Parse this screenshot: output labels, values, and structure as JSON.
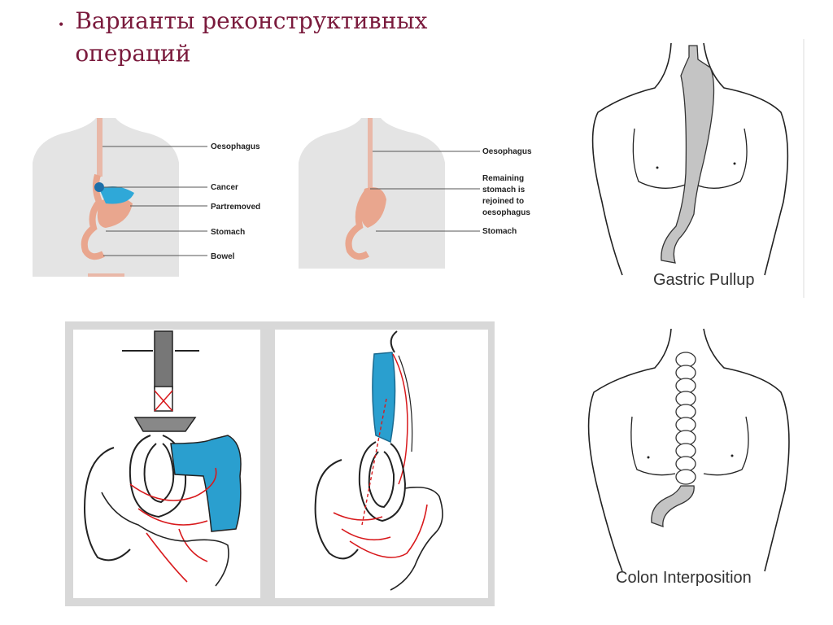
{
  "slide": {
    "title_line1": "Варианты реконструктивных",
    "title_line2": "операций"
  },
  "diagram_resection": {
    "labels": [
      "Oesophagus",
      "Cancer",
      "Partremoved",
      "Stomach",
      "Bowel"
    ]
  },
  "diagram_rejoined": {
    "labels": [
      "Oesophagus",
      "Remaining",
      "stomach is",
      "rejoined to",
      "oesophagus",
      "Stomach"
    ]
  },
  "diagram_gastric_pullup": {
    "caption": "Gastric Pullup"
  },
  "diagram_colon_interposition": {
    "caption": "Colon Interposition"
  },
  "colors": {
    "title": "#7a1a3c",
    "body_silhouette": "#e4e4e4",
    "oesophagus": "#e9b8a8",
    "stomach": "#e9a68e",
    "cancer": "#2fa8d8",
    "colon_graft": "#2a9fcf",
    "vessels": "#d8191c",
    "graft_grey": "#c4c4c4"
  }
}
